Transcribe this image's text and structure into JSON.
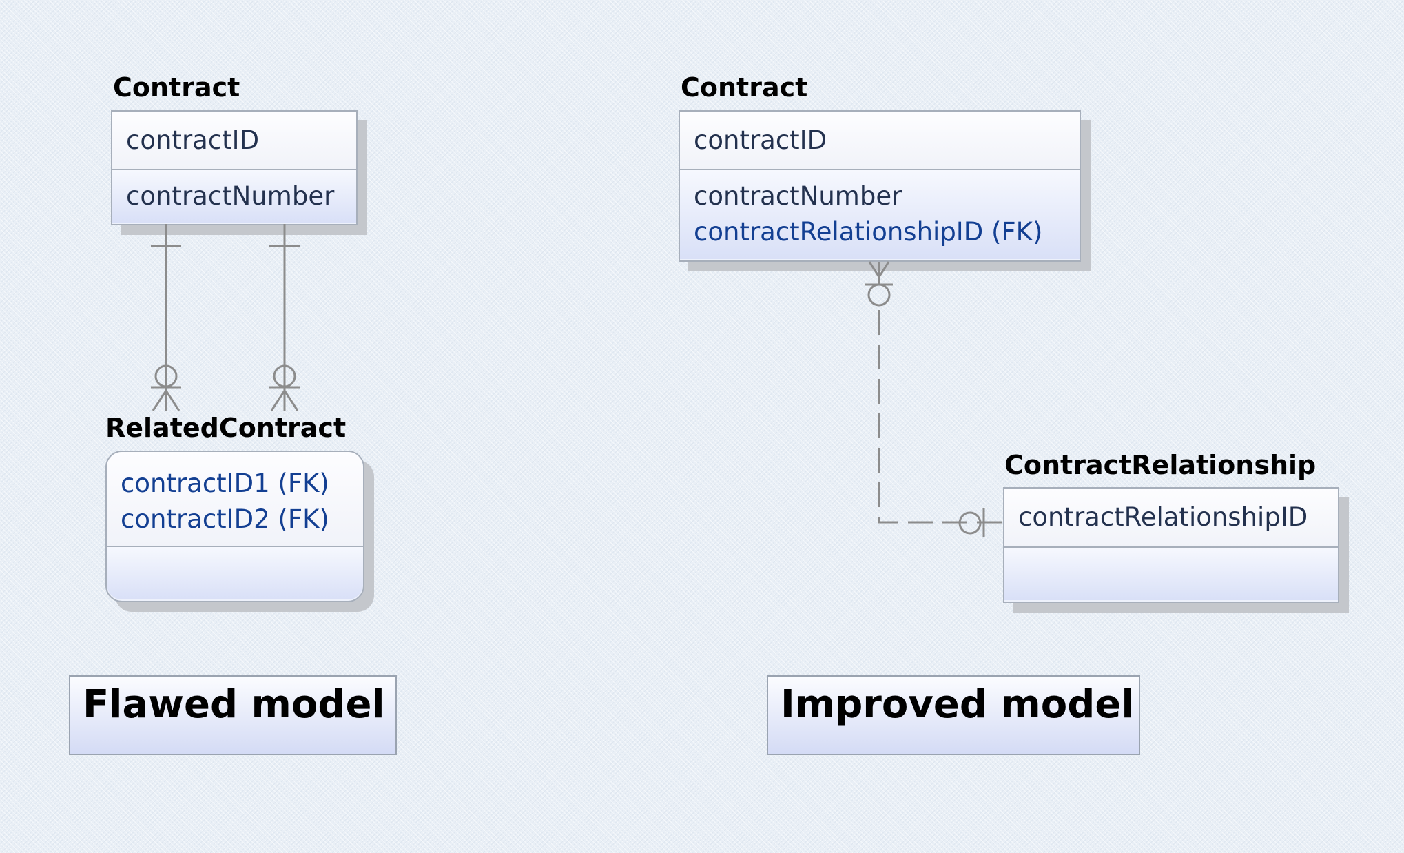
{
  "flawed": {
    "contract": {
      "title": "Contract",
      "key": "contractID",
      "attributes": [
        "contractNumber"
      ]
    },
    "related_contract": {
      "title": "RelatedContract",
      "keys": [
        "contractID1 (FK)",
        "contractID2 (FK)"
      ]
    },
    "caption": "Flawed model"
  },
  "improved": {
    "contract": {
      "title": "Contract",
      "key": "contractID",
      "attributes": [
        "contractNumber",
        "contractRelationshipID (FK)"
      ]
    },
    "contract_relationship": {
      "title": "ContractRelationship",
      "key": "contractRelationshipID"
    },
    "caption": "Improved model"
  },
  "colors": {
    "entity_border": "#a7afbb",
    "shadow": "#c4c7cc",
    "plain_attr": "#23314e",
    "fk_attr": "#133f92",
    "connector": "#8c8c8c"
  }
}
